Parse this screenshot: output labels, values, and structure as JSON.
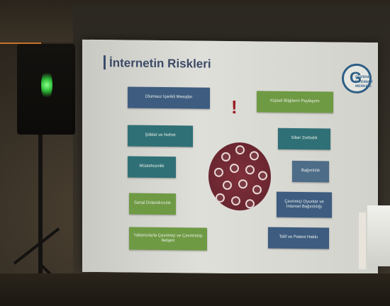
{
  "slide": {
    "title": "İnternetin Riskleri",
    "logo_letter": "G",
    "logo_line1": "GÜVENLİ",
    "logo_line2": "İNTERNET MERKEZİ",
    "exclamation": "!"
  },
  "risk_boxes": {
    "b1": "Olumsuz İçerikli Mesajlar",
    "b2": "Şiddet ve Nefret",
    "b3": "Müstehcenlik",
    "b4": "Sanal Dolandırıcılık",
    "b5": "Yabancılarla Çevrimiçi ve Çevrimdışı İletişim",
    "b6": "Kişisel Bilgilerin Paylaşımı",
    "b7": "Siber Zorbalık",
    "b8": "Bağımlılık",
    "b9": "Çevrimiçi Oyunlar ve İnternet Bağımlılığı",
    "b10": "Telif ve Patent Hakkı"
  },
  "colors": {
    "blue": "#3d5c80",
    "teal": "#2f7076",
    "green": "#6f9a44",
    "title": "#3c4a66",
    "accent_red": "#9a1c20"
  }
}
